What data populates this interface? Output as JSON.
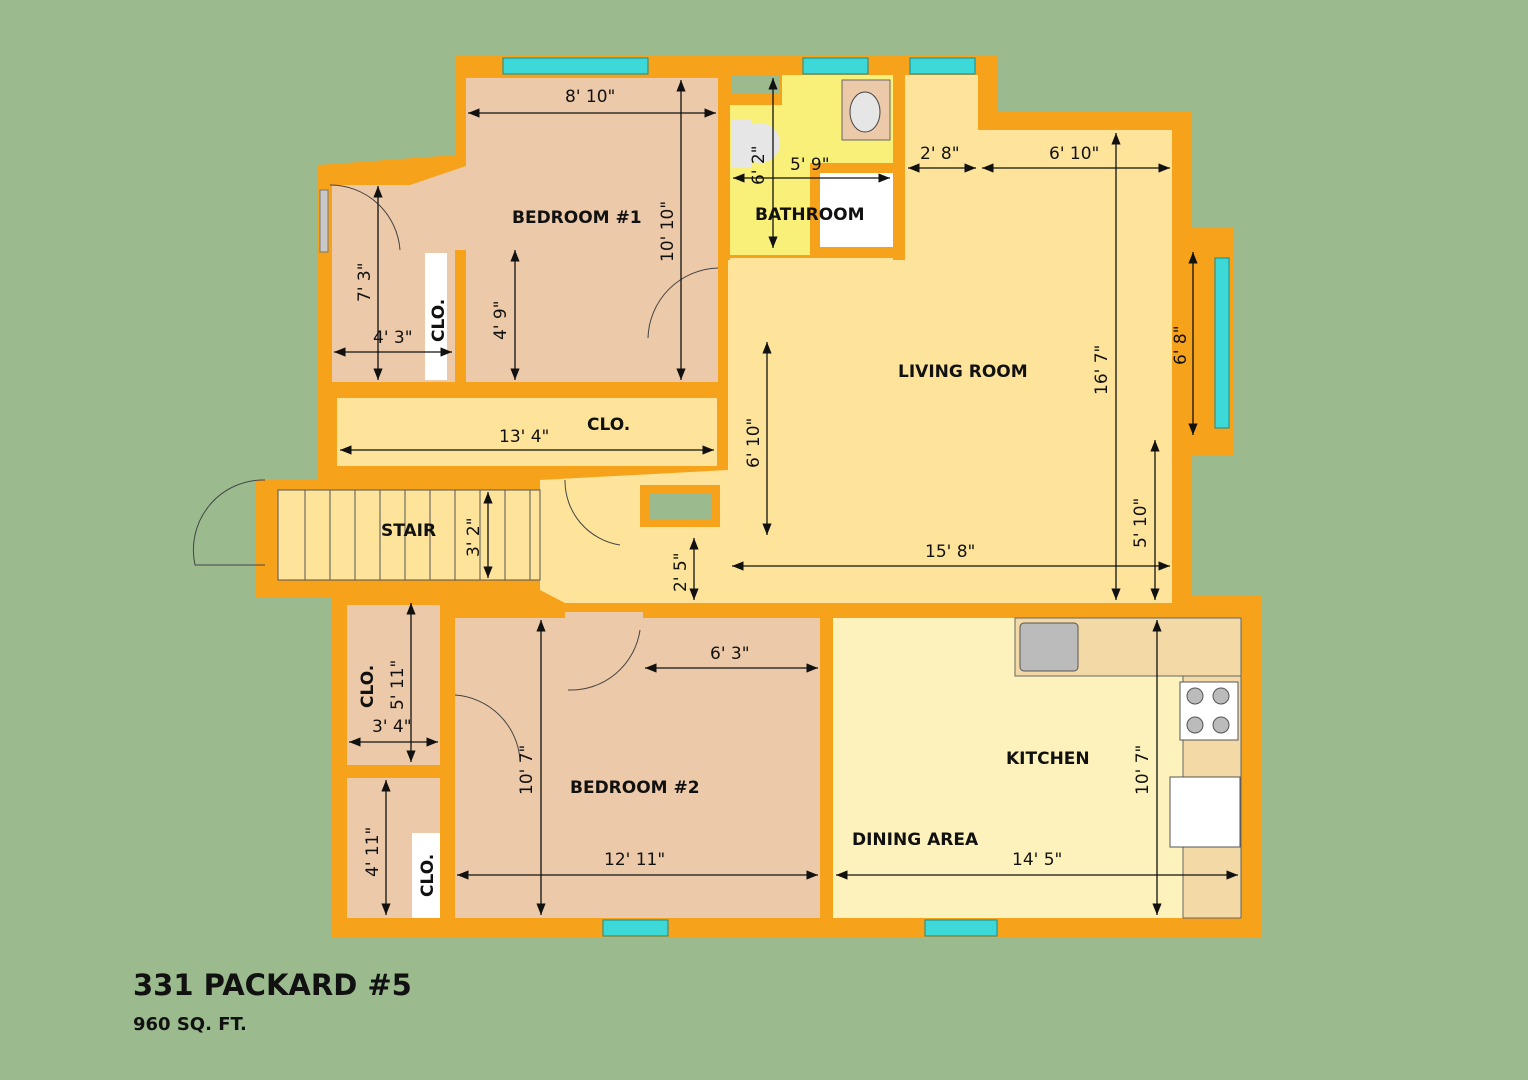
{
  "title": "331 PACKARD #5",
  "area": "960 SQ. FT.",
  "colors": {
    "background": "#9bbb8f",
    "wall": "#f7a21b",
    "bedroom": "#ecc9a8",
    "living": "#fde49a",
    "kitchen": "#fdf2bb",
    "bathroom": "#f9f07a",
    "window": "#3dd8d8"
  },
  "rooms": {
    "bedroom1": "BEDROOM #1",
    "bathroom": "BATHROOM",
    "living": "LIVING ROOM",
    "closet": "CLO.",
    "stair": "STAIR",
    "bedroom2": "BEDROOM #2",
    "kitchen": "KITCHEN",
    "dining": "DINING AREA"
  },
  "dims": {
    "b1_width": "8' 10\"",
    "b1_height": "10' 10\"",
    "b1_closet_w": "4' 3\"",
    "b1_closet_h": "7' 3\"",
    "b1_inner": "4' 9\"",
    "bath_w": "5' 9\"",
    "bath_h": "6' 2\"",
    "living_gap": "2' 8\"",
    "living_top": "6' 10\"",
    "living_height": "16' 7\"",
    "living_window": "6' 8\"",
    "hall_closet": "13' 4\"",
    "living_left": "6' 10\"",
    "stair_w": "3' 2\"",
    "hall_gap": "2' 5\"",
    "living_width": "15' 8\"",
    "living_lower": "5' 10\"",
    "b2_top": "6' 3\"",
    "b2_height": "10' 7\"",
    "b2_width": "12' 11\"",
    "b2_closet_h": "5' 11\"",
    "b2_closet_w": "3' 4\"",
    "b2_closet2_h": "4' 11\"",
    "kitchen_h": "10' 7\"",
    "kitchen_w": "14' 5\""
  }
}
